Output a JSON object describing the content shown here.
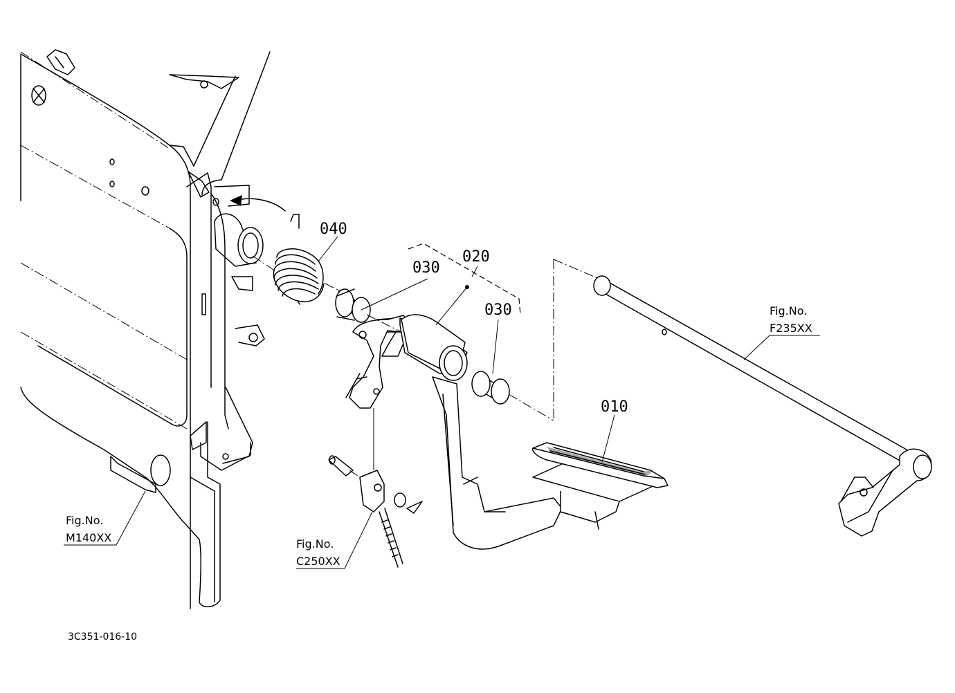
{
  "diagram": {
    "drawing_number": "3C351-016-10",
    "part_callouts": [
      {
        "id": "part-010",
        "label": "010"
      },
      {
        "id": "part-020",
        "label": "020"
      },
      {
        "id": "part-030-a",
        "label": "030"
      },
      {
        "id": "part-030-b",
        "label": "030"
      },
      {
        "id": "part-040",
        "label": "040"
      }
    ],
    "figure_refs": [
      {
        "id": "fig-f235",
        "line1": "Fig.No.",
        "line2": "F235XX"
      },
      {
        "id": "fig-m140",
        "line1": "Fig.No.",
        "line2": "M140XX"
      },
      {
        "id": "fig-c250",
        "line1": "Fig.No.",
        "line2": "C250XX"
      }
    ]
  }
}
